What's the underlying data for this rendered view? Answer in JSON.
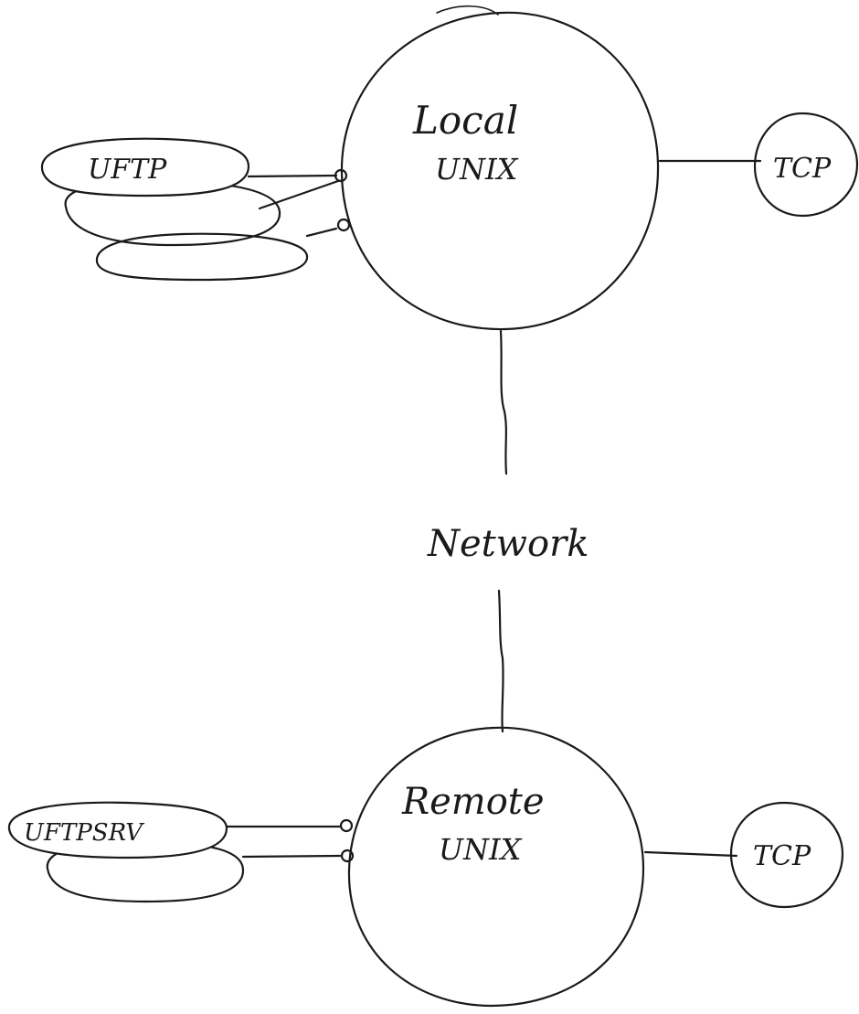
{
  "diagram": {
    "local": {
      "label_line1": "Local",
      "label_line2": "UNIX",
      "client_label": "UFTP",
      "tcp_label": "TCP"
    },
    "network_label": "Network",
    "remote": {
      "label_line1": "Remote",
      "label_line2": "UNIX",
      "server_label": "UFTPSRV",
      "tcp_label": "TCP"
    },
    "colors": {
      "ink": "#1a1a1a",
      "paper": "#ffffff"
    }
  }
}
